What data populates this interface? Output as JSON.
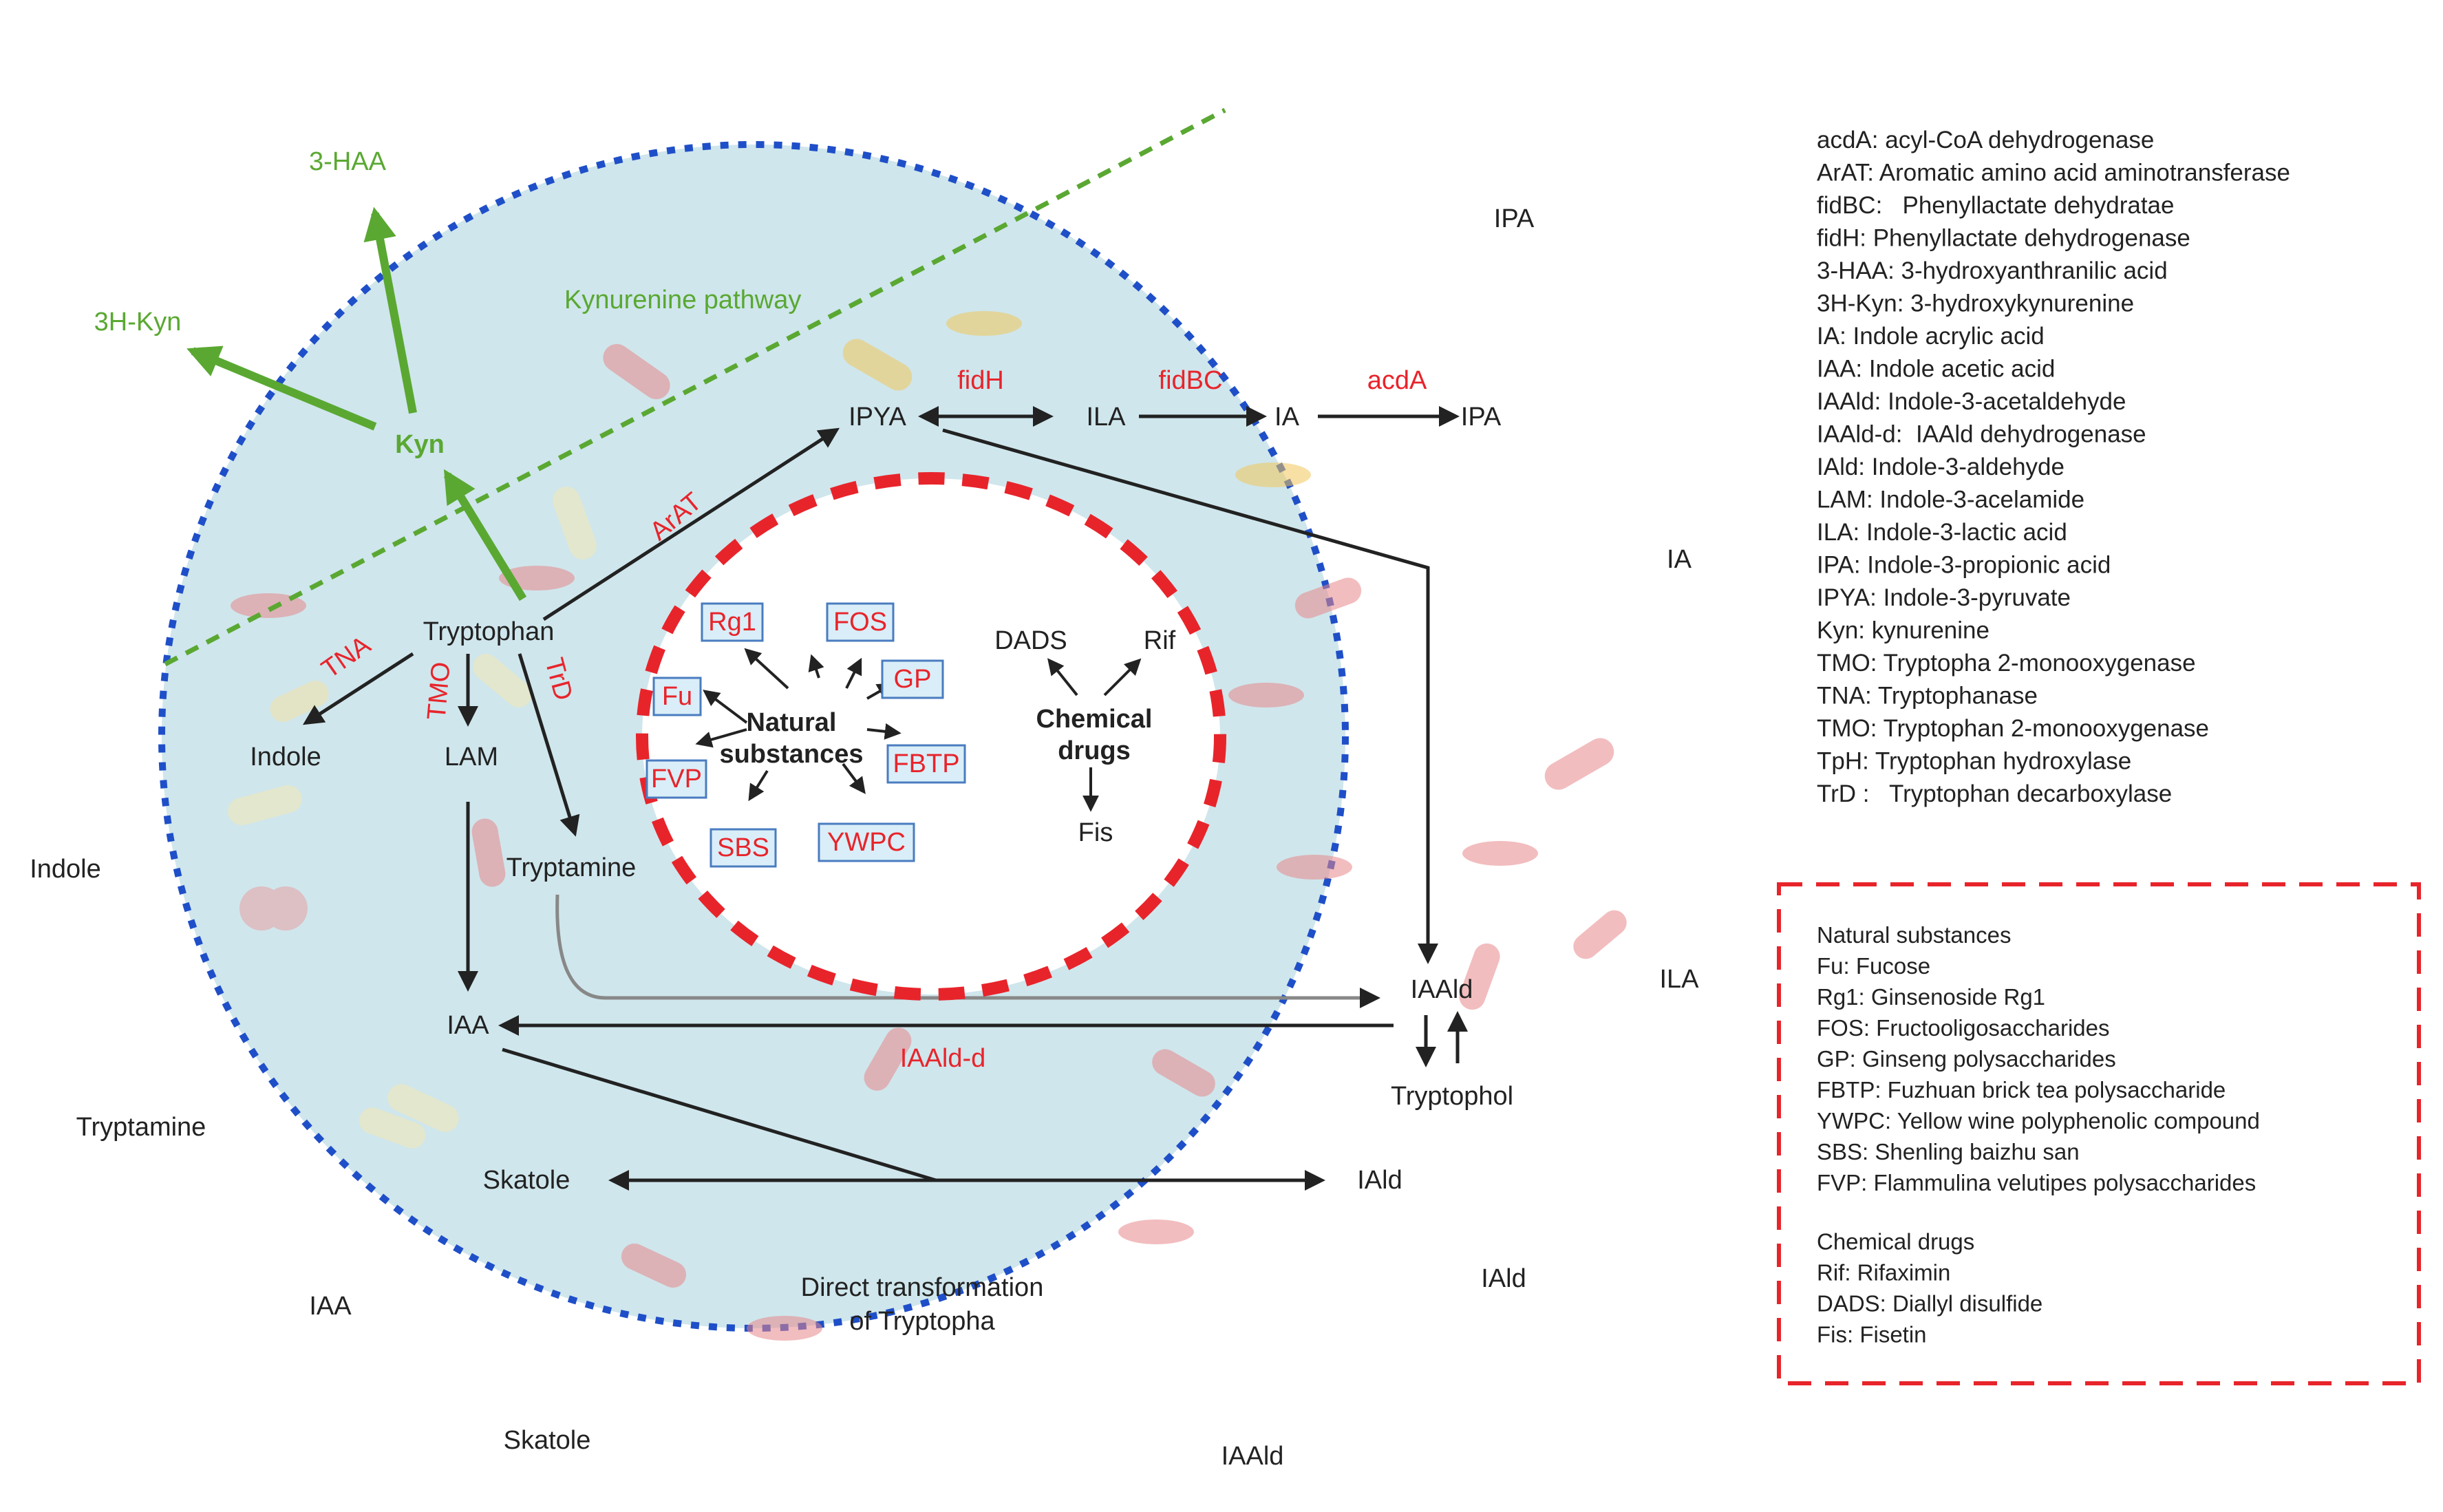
{
  "colors": {
    "cell_fill": "#cfe6ec",
    "cell_border": "#1f4fc8",
    "inner_fill": "#ffffff",
    "inner_border": "#e8242b",
    "enzyme_text": "#e8242b",
    "kynurenine_green": "#5aa832",
    "arrow": "#222222",
    "chip_fill": "#d9eef8",
    "chip_border": "#4a7cc0"
  },
  "outer_labels": {
    "ipa": "IPA",
    "ia": "IA",
    "ila": "ILA",
    "iald": "IAld",
    "iaald": "IAAld",
    "skatole": "Skatole",
    "iaa": "IAA",
    "tryptamine": "Tryptamine",
    "indole": "Indole"
  },
  "kynurenine": {
    "pathway_label": "Kynurenine pathway",
    "kyn": "Kyn",
    "haa": "3-HAA",
    "hkyn": "3H-Kyn"
  },
  "nodes": {
    "tryptophan": "Tryptophan",
    "indole": "Indole",
    "lam": "LAM",
    "tryptamine": "Tryptamine",
    "ipya": "IPYA",
    "ila": "ILA",
    "ia": "IA",
    "ipa": "IPA",
    "iaald": "IAAld",
    "iaa": "IAA",
    "tryptophol": "Tryptophol",
    "skatole": "Skatole",
    "iald": "IAld",
    "direct_line1": "Direct transformation",
    "direct_line2": "of Tryptopha"
  },
  "enzymes": {
    "arat": "ArAT",
    "tna": "TNA",
    "tmo": "TMO",
    "trd": "TrD",
    "fidh": "fidH",
    "fidbc": "fidBC",
    "acda": "acdA",
    "iaald_d": "IAAld-d"
  },
  "inner": {
    "natural_line1": "Natural",
    "natural_line2": "substances",
    "chemical_line1": "Chemical",
    "chemical_line2": "drugs",
    "chips": {
      "rg1": "Rg1",
      "fos": "FOS",
      "fu": "Fu",
      "gp": "GP",
      "fvp": "FVP",
      "fbtp": "FBTP",
      "sbs": "SBS",
      "ywpc": "YWPC"
    },
    "drugs": {
      "dads": "DADS",
      "rif": "Rif",
      "fis": "Fis"
    }
  },
  "legend": [
    "acdA: acyl-CoA dehydrogenase",
    "ArAT: Aromatic amino acid aminotransferase",
    "fidBC:   Phenyllactate dehydratae",
    "fidH: Phenyllactate dehydrogenase",
    "3-HAA: 3-hydroxyanthranilic acid",
    "3H-Kyn: 3-hydroxykynurenine",
    "IA: Indole acrylic acid",
    "IAA: Indole acetic acid",
    "IAAld: Indole-3-acetaldehyde",
    "IAAld-d:  IAAld dehydrogenase",
    "IAld: Indole-3-aldehyde",
    "LAM: Indole-3-acelamide",
    "ILA: Indole-3-lactic acid",
    "IPA: Indole-3-propionic acid",
    "IPYA: Indole-3-pyruvate",
    "Kyn: kynurenine",
    "TMO: Tryptopha 2-monooxygenase",
    "TNA: Tryptophanase",
    "TMO: Tryptophan 2-monooxygenase",
    "TpH: Tryptophan hydroxylase",
    "TrD :   Tryptophan decarboxylase"
  ],
  "box_legend": {
    "natural_title": "Natural substances",
    "natural_items": [
      "Fu: Fucose",
      "Rg1: Ginsenoside Rg1",
      "FOS: Fructooligosaccharides",
      "GP: Ginseng polysaccharides",
      "FBTP: Fuzhuan brick tea polysaccharide",
      "YWPC: Yellow wine polyphenolic compound",
      "SBS: Shenling baizhu san",
      "FVP: Flammulina velutipes polysaccharides"
    ],
    "chemical_title": "Chemical drugs",
    "chemical_items": [
      "Rif: Rifaximin",
      "DADS: Diallyl disulfide",
      "Fis: Fisetin"
    ]
  }
}
